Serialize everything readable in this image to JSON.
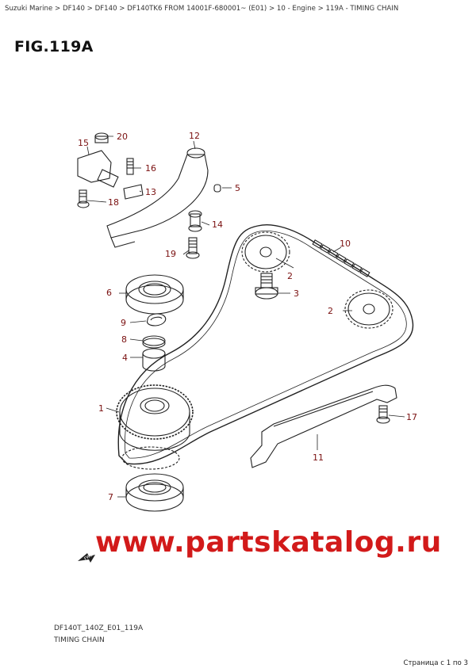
{
  "breadcrumb": "Suzuki Marine > DF140 > DF140 > DF140TK6 FROM 14001F-680001~ (E01) > 10 - Engine > 119A - TIMING CHAIN",
  "figure_title": "FIG.119A",
  "diagram_code": "DF140T_140Z_E01_119A",
  "diagram_caption": "TIMING CHAIN",
  "watermark": "www.partskatalog.ru",
  "pager": "Страница с 1 по 3",
  "callouts": {
    "c1": "1",
    "c2a": "2",
    "c2b": "2",
    "c3": "3",
    "c4": "4",
    "c5": "5",
    "c6": "6",
    "c7": "7",
    "c8": "8",
    "c9": "9",
    "c10": "10",
    "c11": "11",
    "c12": "12",
    "c13": "13",
    "c14": "14",
    "c15": "15",
    "c16": "16",
    "c17": "17",
    "c18": "18",
    "c19": "19",
    "c20": "20"
  },
  "colors": {
    "callout": "#7a1010",
    "watermark": "#d21a1a",
    "line": "#222222"
  }
}
